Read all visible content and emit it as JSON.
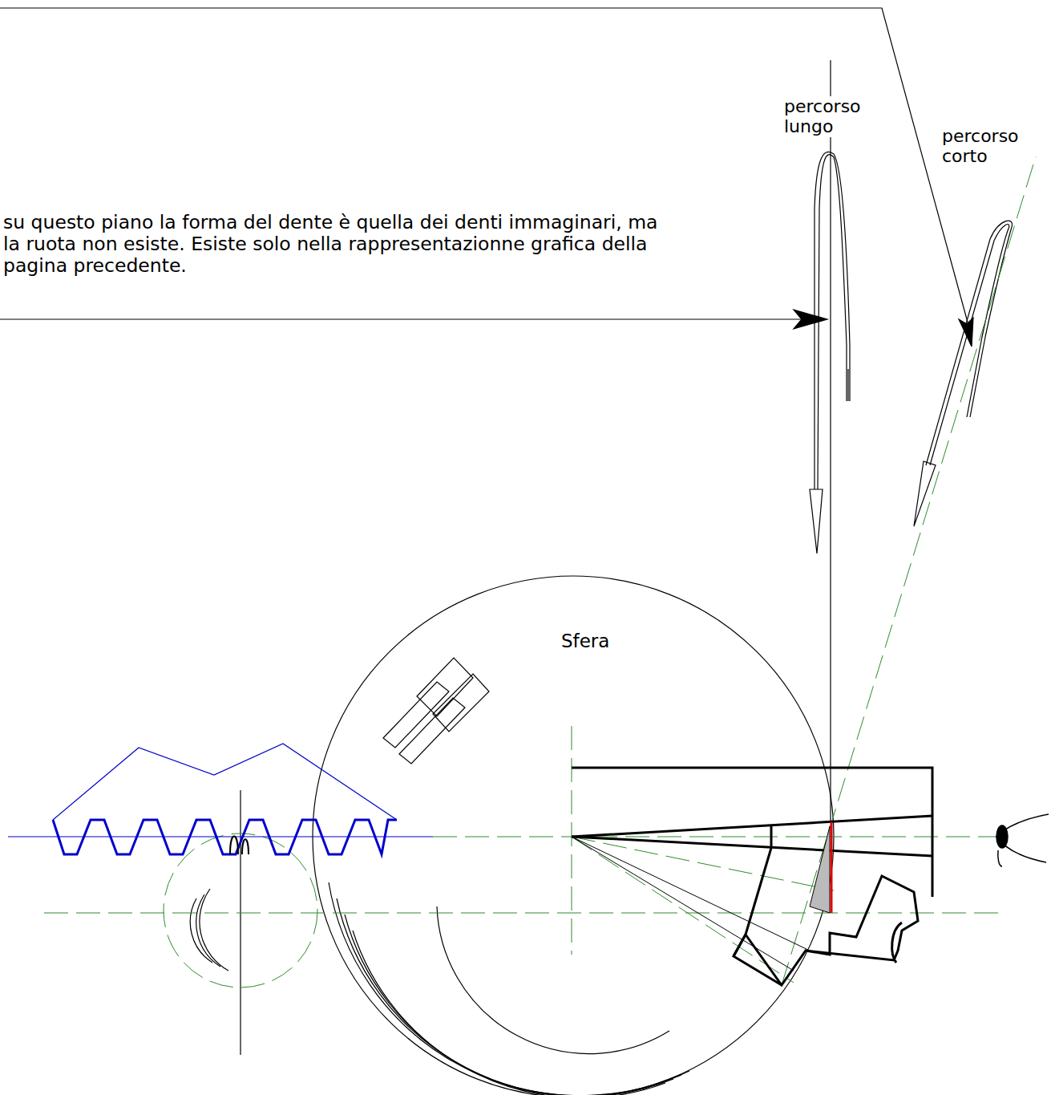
{
  "diagram": {
    "labels": [
      "percorso lungo",
      "percorso corto",
      "su questo piano la forma del dente è quella dei denti immaginari, ma la ruota non esiste. Esiste solo nella rappresentazionne grafica della pagina precedente.",
      "Sfera"
    ]
  }
}
